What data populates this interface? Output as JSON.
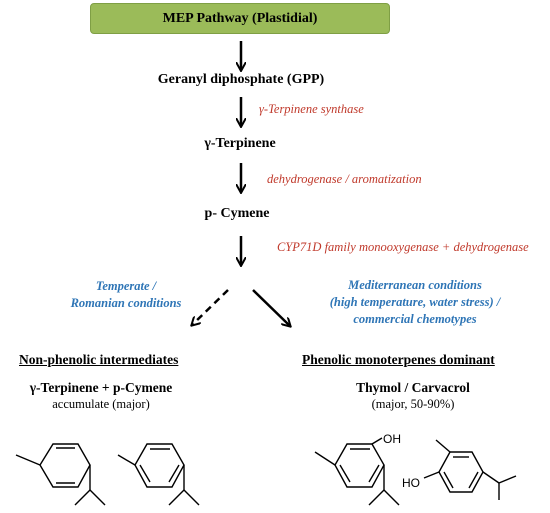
{
  "header": {
    "title": "MEP Pathway (Plastidial)"
  },
  "pathway": {
    "gpp": "Geranyl diphosphate (GPP)",
    "enzyme1": "γ-Terpinene synthase",
    "terpinene": "γ-Terpinene",
    "enzyme2": "dehydrogenase / aromatization",
    "cymene": "p- Cymene",
    "enzyme3": "CYP71D family monooxygenase + dehydrogenase"
  },
  "left_branch": {
    "condition_line1": "Temperate /",
    "condition_line2": "Romanian conditions",
    "heading": "Non-phenolic intermediates",
    "products": "γ-Terpinene + p-Cymene",
    "note": "accumulate (major)"
  },
  "right_branch": {
    "condition_line1": "Mediterranean conditions",
    "condition_line2": "(high temperature, water stress) /",
    "condition_line3": "commercial chemotypes",
    "heading": "Phenolic monoterpenes dominant",
    "products": "Thymol / Carvacrol",
    "note": "(major, 50-90%)",
    "thymol_oh_label": "OH",
    "carvacrol_oh_label": "HO"
  },
  "colors": {
    "header_fill": "#9bbb59",
    "enzyme_text": "#c0392b",
    "condition_text": "#2e75b6"
  }
}
